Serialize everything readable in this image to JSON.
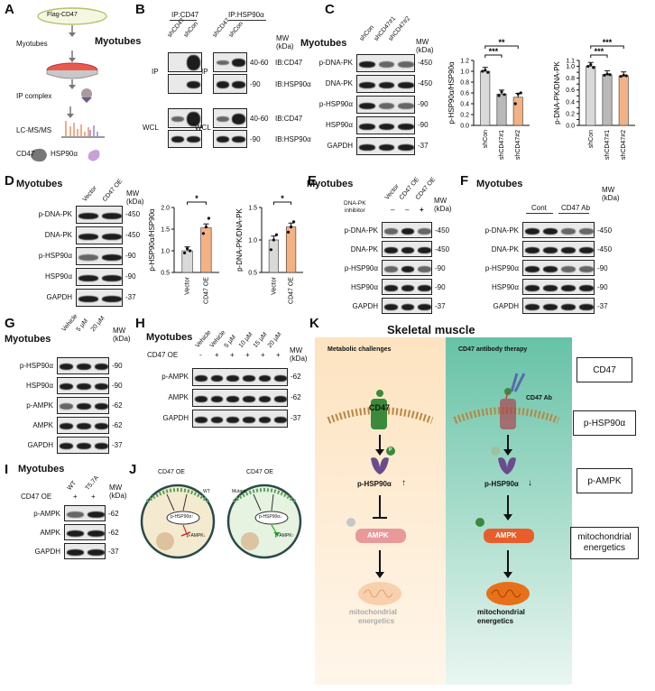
{
  "panels": {
    "A": {
      "letter": "A",
      "flag": "Flag-CD47",
      "steps": [
        "Myotubes",
        "IP complex",
        "LC-MS/MS"
      ],
      "proteins": [
        "CD47",
        "HSP90α"
      ]
    },
    "B": {
      "letter": "B",
      "header1": "IP:CD47",
      "header2": "IP:HSP90α",
      "cell": "Myotubes",
      "mw": "MW\n(kDa)",
      "lanes": [
        "shCD47",
        "shCon"
      ],
      "groups": [
        "IP",
        "WCL",
        "IP",
        "WCL"
      ],
      "rows": [
        {
          "mw": "40-60",
          "ib": "IB:CD47"
        },
        {
          "mw": "-90",
          "ib": "IB:HSP90α"
        },
        {
          "mw": "40-60",
          "ib": "IB:CD47"
        },
        {
          "mw": "-90",
          "ib": "IB:HSP90α"
        }
      ]
    },
    "C": {
      "letter": "C",
      "cell": "Myotubes",
      "lanes": [
        "shCon",
        "shCD47#1",
        "shCD47#2"
      ],
      "mw": "MW\n(kDa)",
      "rows": [
        {
          "name": "p-DNA-PK",
          "mw": "-450"
        },
        {
          "name": "DNA-PK",
          "mw": "-450"
        },
        {
          "name": "p-HSP90α",
          "mw": "-90"
        },
        {
          "name": "HSP90α",
          "mw": "-90"
        },
        {
          "name": "GAPDH",
          "mw": "-37"
        }
      ]
    },
    "D": {
      "letter": "D",
      "cell": "Myotubes",
      "lanes": [
        "Vector",
        "CD47 OE"
      ],
      "mw": "MW\n(kDa)",
      "rows": [
        {
          "name": "p-DNA-PK",
          "mw": "-450"
        },
        {
          "name": "DNA-PK",
          "mw": "-450"
        },
        {
          "name": "p-HSP90α",
          "mw": "-90"
        },
        {
          "name": "HSP90α",
          "mw": "-90"
        },
        {
          "name": "GAPDH",
          "mw": "-37"
        }
      ]
    },
    "E": {
      "letter": "E",
      "cell": "Myotubes",
      "lanes": [
        "Vector",
        "CD47 OE",
        "CD47 OE"
      ],
      "inhibitor": "DNA-PK\ninhibitor",
      "signs": [
        "–",
        "–",
        "+"
      ],
      "mw": "MW\n(kDa)",
      "rows": [
        {
          "name": "p-DNA-PK",
          "mw": "-450"
        },
        {
          "name": "DNA-PK",
          "mw": "-450"
        },
        {
          "name": "p-HSP90α",
          "mw": "-90"
        },
        {
          "name": "HSP90α",
          "mw": "-90"
        },
        {
          "name": "GAPDH",
          "mw": "-37"
        }
      ]
    },
    "F": {
      "letter": "F",
      "cell": "Myotubes",
      "lanes": [
        "Cont",
        "CD47 Ab"
      ],
      "mw": "MW\n(kDa)",
      "rows": [
        {
          "name": "p-DNA-PK",
          "mw": "-450"
        },
        {
          "name": "DNA-PK",
          "mw": "-450"
        },
        {
          "name": "p-HSP90α",
          "mw": "-90"
        },
        {
          "name": "HSP90α",
          "mw": "-90"
        },
        {
          "name": "GAPDH",
          "mw": "-37"
        }
      ]
    },
    "G": {
      "letter": "G",
      "cell": "Myotubes",
      "lanes": [
        "Vehicle",
        "5 μM",
        "20 μM"
      ],
      "mw": "MW\n(kDa)",
      "rows": [
        {
          "name": "p-HSP90α",
          "mw": "-90"
        },
        {
          "name": "HSP90α",
          "mw": "-90"
        },
        {
          "name": "p-AMPK",
          "mw": "-62"
        },
        {
          "name": "AMPK",
          "mw": "-62"
        },
        {
          "name": "GAPDH",
          "mw": "-37"
        }
      ]
    },
    "H": {
      "letter": "H",
      "cell": "Myotubes",
      "lanes": [
        "Vehicle",
        "Vehicle",
        "5 μM",
        "10 μM",
        "15 μM",
        "20 μM"
      ],
      "cd47": "CD47 OE",
      "signs": [
        "-",
        "+",
        "+",
        "+",
        "+",
        "+"
      ],
      "mw": "MW\n(kDa)",
      "rows": [
        {
          "name": "p-AMPK",
          "mw": "-62"
        },
        {
          "name": "AMPK",
          "mw": "-62"
        },
        {
          "name": "GAPDH",
          "mw": "-37"
        }
      ]
    },
    "I": {
      "letter": "I",
      "cell": "Myotubes",
      "lanes": [
        "WT",
        "T5,7A"
      ],
      "cd47": "CD47 OE",
      "signs": [
        "+",
        "+"
      ],
      "mw": "MW\n(kDa)",
      "rows": [
        {
          "name": "p-AMPK",
          "mw": "-62"
        },
        {
          "name": "AMPK",
          "mw": "-62"
        },
        {
          "name": "GAPDH",
          "mw": "-37"
        }
      ]
    },
    "J": {
      "letter": "J",
      "left_title": "CD47 OE",
      "right_title": "CD47 OE",
      "wt": "WT",
      "mutant": "Mutant",
      "hsp_l": "p-HSP90α↑",
      "ampk_l": "p-AMPK↓",
      "hsp_r": "p-HSP90α↓",
      "ampk_r": "p-AMPK↑"
    },
    "K": {
      "letter": "K",
      "title": "Skeletal muscle",
      "left_title": "Metabolic challenges",
      "right_title": "CD47 antibody therapy",
      "cd47": "CD47",
      "ab": "CD47 Ab",
      "p": "P",
      "hsp_l": "p-HSP90α",
      "hsp_r": "p-HSP90α",
      "ampk": "AMPK",
      "mito1": "mitochondrial",
      "mito2": "energetics",
      "flow": [
        "CD47",
        "p-HSP90α",
        "p-AMPK",
        "mitochondrial\nenergetics"
      ]
    }
  },
  "chart_data": [
    {
      "type": "bar",
      "panel": "C",
      "ylabel": "p-HSP90α/HSP90α",
      "categories": [
        "shCon",
        "shCD47#1",
        "shCD47#2"
      ],
      "values": [
        1.0,
        0.58,
        0.52
      ],
      "ylim": [
        0,
        1.2
      ],
      "yticks": [
        "0.0",
        "0.2",
        "0.4",
        "0.6",
        "0.8",
        "1.0",
        "1.2"
      ],
      "points": [
        [
          1.0,
          1.02,
          0.98
        ],
        [
          0.55,
          0.62,
          0.57
        ],
        [
          0.4,
          0.58,
          0.6
        ]
      ],
      "sig": [
        "***",
        "**"
      ],
      "colors": [
        "#d9d9d9",
        "#b9b9b9",
        "#f4b183"
      ]
    },
    {
      "type": "bar",
      "panel": "C",
      "ylabel": "p-DNA-PK/DNA-PK",
      "categories": [
        "shCon",
        "shCD47#1",
        "shCD47#2"
      ],
      "values": [
        1.0,
        0.86,
        0.84
      ],
      "ylim": [
        0,
        1.1
      ],
      "yticks": [
        "0.0",
        "0.1",
        "0.2",
        "0.3",
        "0.4",
        "0.5",
        "0.6",
        "0.7",
        "0.8",
        "0.9",
        "1.0",
        "1.1"
      ],
      "points": [
        [
          1.0,
          1.03,
          0.98
        ],
        [
          0.85,
          0.87,
          0.86
        ],
        [
          0.83,
          0.85,
          0.84
        ]
      ],
      "sig": [
        "***",
        "***"
      ],
      "colors": [
        "#d9d9d9",
        "#b9b9b9",
        "#f4b183"
      ]
    },
    {
      "type": "bar",
      "panel": "D",
      "ylabel": "p-HSP90α/HSP90α",
      "categories": [
        "Vector",
        "CD47 OE"
      ],
      "values": [
        1.0,
        1.53
      ],
      "ylim": [
        0.5,
        2.0
      ],
      "yticks": [
        "0.5",
        "1.0",
        "1.5",
        "2.0"
      ],
      "points": [
        [
          0.95,
          1.05,
          1.0
        ],
        [
          1.4,
          1.55,
          1.75
        ]
      ],
      "sig": [
        "*"
      ],
      "colors": [
        "#d9d9d9",
        "#f4b183"
      ]
    },
    {
      "type": "bar",
      "panel": "D",
      "ylabel": "p-DNA-PK/DNA-PK",
      "categories": [
        "Vector",
        "CD47 OE"
      ],
      "values": [
        1.0,
        1.2
      ],
      "ylim": [
        0.5,
        1.5
      ],
      "yticks": [
        "0.5",
        "1.0",
        "1.5"
      ],
      "points": [
        [
          0.85,
          1.0,
          1.08
        ],
        [
          1.12,
          1.2,
          1.28
        ]
      ],
      "sig": [
        "*"
      ],
      "colors": [
        "#d9d9d9",
        "#f4b183"
      ]
    }
  ]
}
